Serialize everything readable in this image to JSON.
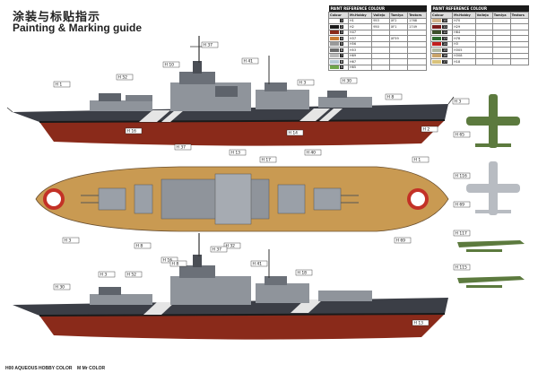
{
  "header": {
    "title_cn": "涂装与标贴指示",
    "title_en": "Painting & Marking guide"
  },
  "tables": [
    {
      "title": "PAINT REFERENCE COLOUR",
      "columns": [
        "Colour",
        "Mr.Hobby",
        "Vallejo",
        "Tamiya",
        "Testors"
      ],
      "rows": [
        {
          "swatch": "#ffffff",
          "code": "1",
          "c1": "H1",
          "c2": "953",
          "c3": "XF2",
          "c4": "1768"
        },
        {
          "swatch": "#1a1a1a",
          "code": "2",
          "c1": "H2",
          "c2": "950",
          "c3": "XF1",
          "c4": "1749"
        },
        {
          "swatch": "#8a2a1a",
          "code": "3",
          "c1": "H47",
          "c2": "",
          "c3": "",
          "c4": ""
        },
        {
          "swatch": "#c97a33",
          "code": "4",
          "c1": "H37",
          "c2": "",
          "c3": "XF59",
          "c4": ""
        },
        {
          "swatch": "#9a9a9a",
          "code": "5",
          "c1": "H56",
          "c2": "",
          "c3": "",
          "c4": ""
        },
        {
          "swatch": "#6b6b6b",
          "code": "6",
          "c1": "H53",
          "c2": "",
          "c3": "",
          "c4": ""
        },
        {
          "swatch": "#b9b9b9",
          "code": "7",
          "c1": "H69",
          "c2": "",
          "c3": "",
          "c4": ""
        },
        {
          "swatch": "#b5c9d4",
          "code": "8",
          "c1": "H67",
          "c2": "",
          "c3": "",
          "c4": ""
        },
        {
          "swatch": "#6fa64a",
          "code": "9",
          "c1": "H65",
          "c2": "",
          "c3": "",
          "c4": ""
        }
      ]
    },
    {
      "title": "PAINT REFERENCE COLOUR",
      "columns": [
        "Colour",
        "Mr.Hobby",
        "Vallejo",
        "Tamiya",
        "Testors"
      ],
      "rows": [
        {
          "swatch": "#d2b48c",
          "code": "10",
          "c1": "H70",
          "c2": "",
          "c3": "",
          "c4": ""
        },
        {
          "swatch": "#7a1a1a",
          "code": "11",
          "c1": "H29",
          "c2": "",
          "c3": "",
          "c4": ""
        },
        {
          "swatch": "#3c4f2a",
          "code": "12",
          "c1": "H64",
          "c2": "",
          "c3": "",
          "c4": ""
        },
        {
          "swatch": "#2f6b2f",
          "code": "13",
          "c1": "H78",
          "c2": "",
          "c3": "",
          "c4": ""
        },
        {
          "swatch": "#c21e1e",
          "code": "14",
          "c1": "H3",
          "c2": "",
          "c3": "",
          "c4": ""
        },
        {
          "swatch": "#b0b8a0",
          "code": "15",
          "c1": "H305",
          "c2": "",
          "c3": "",
          "c4": ""
        },
        {
          "swatch": "#c9a46b",
          "code": "16",
          "c1": "H308",
          "c2": "",
          "c3": "",
          "c4": ""
        },
        {
          "swatch": "#d9c27a",
          "code": "17",
          "c1": "H18",
          "c2": "",
          "c3": "",
          "c4": ""
        }
      ]
    }
  ],
  "footer": {
    "left": "H00 AQUEOUS HOBBY COLOR",
    "right": "M Mr COLOR"
  },
  "callouts": {
    "top_ship": [
      "H 1",
      "H 52",
      "H 10",
      "H 37",
      "H 41",
      "H 3",
      "H 30",
      "H 8",
      "H 16",
      "H 14",
      "H 2"
    ],
    "deck": [
      "H 13",
      "H 1",
      "H 37",
      "H 40",
      "H 8",
      "H 32",
      "H 3",
      "H 69",
      "H 17"
    ],
    "bottom_ship": [
      "H 30",
      "H 3",
      "H 16",
      "H 37",
      "H 8",
      "H 52",
      "H 41",
      "H 18",
      "H 13"
    ],
    "aircraft": [
      "H 3",
      "H 65",
      "H 116",
      "H 69",
      "H 117",
      "H 115"
    ]
  },
  "colors": {
    "hull_dark": "#3b3e46",
    "hull_light": "#9aa0a8",
    "waterline": "#1a1a1a",
    "hull_red": "#8a2a1a",
    "deck_wood": "#c99a52",
    "superstructure": "#8f949b",
    "aircraft_green": "#5c7a3e",
    "aircraft_grey": "#b8bcc2"
  }
}
